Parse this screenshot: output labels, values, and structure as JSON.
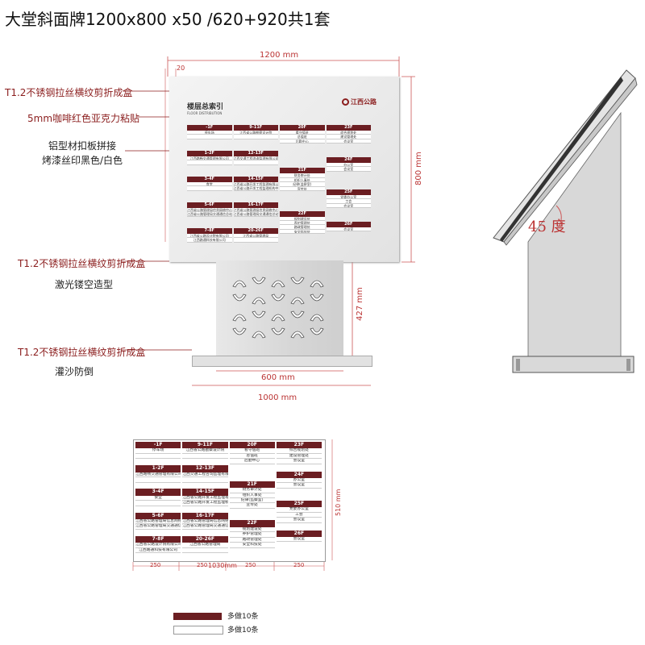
{
  "title": "大堂斜面牌1200x800 x50 /620+920共1套",
  "notes": {
    "n1": "T1.2不锈钢拉丝横纹剪折成盒",
    "n2": "5mm咖啡红色亚克力粘贴",
    "n3": "铝型材扣板拼接",
    "n4": "烤漆丝印黑色/白色",
    "n5": "T1.2不锈钢拉丝横纹剪折成盒",
    "n6": "激光镂空造型",
    "n7": "T1.2不锈钢拉丝横纹剪折成盒",
    "n8": "灌沙防倒"
  },
  "dims": {
    "top": "1200 mm",
    "small": "20",
    "right": "800 mm",
    "stand_h": "427 mm",
    "stand_w": "600 mm",
    "base_w": "1000 mm",
    "bottom_total": "1030mm",
    "bottom_h": "510 mm",
    "seg1": "250",
    "seg2": "250",
    "seg3": "250",
    "seg4": "250"
  },
  "angle": "45 度",
  "sign": {
    "title": "楼层总索引",
    "subtitle": "FLOOR DISTRIBUTION",
    "logo": "江西公路"
  },
  "directory": [
    {
      "header": "-1F",
      "rows": [
        "停车场",
        ""
      ]
    },
    {
      "header": "1-2F",
      "rows": [
        "江西路畅交通管理有限公司",
        ""
      ]
    },
    {
      "header": "3-4F",
      "rows": [
        "食堂",
        ""
      ]
    },
    {
      "header": "5-6F",
      "rows": [
        "江西省公路管理局信息网络中心",
        "江西省公路管理局交通通信总站"
      ]
    },
    {
      "header": "7-8F",
      "rows": [
        "江西省公路设计院有限公司",
        "江西路通科技有限公司"
      ]
    },
    {
      "header": "9-11F",
      "rows": [
        "江西省公路勘察设计院",
        ""
      ]
    },
    {
      "header": "12-13F",
      "rows": [
        "江西交通工程咨询监理有限公司",
        ""
      ]
    },
    {
      "header": "14-15F",
      "rows": [
        "江西省公路开发工程监理有限公司",
        "江西省公路开发工程监理机构中心"
      ]
    },
    {
      "header": "16-17F",
      "rows": [
        "江西省公路管理局信息网络中心",
        "江西省公路管理局交通通信总站"
      ]
    },
    {
      "header": "20-26F",
      "rows": [
        "江西省公路管理局",
        ""
      ]
    },
    {
      "header": "20F",
      "rows": [
        "看守值班",
        "总值班",
        "后勤中心"
      ]
    },
    {
      "header": "21F",
      "rows": [
        "财务审计处",
        "组织人事处",
        "纪律(监察室)",
        "宣传处"
      ]
    },
    {
      "header": "22F",
      "rows": [
        "规划建设处",
        "养护管理处",
        "路政管理处",
        "安全科技处"
      ]
    },
    {
      "header": "23F",
      "rows": [
        "综合规划处",
        "建设管理处",
        "会议室"
      ]
    },
    {
      "header": "24F",
      "rows": [
        "办公室",
        "会议室"
      ]
    },
    {
      "header": "25F",
      "rows": [
        "党委办公室",
        "工会",
        "会议室"
      ]
    },
    {
      "header": "26F",
      "rows": [
        "会议室"
      ]
    }
  ],
  "legend": {
    "strip1": "多做10条",
    "strip2": "多做10条"
  },
  "colors": {
    "accent": "#6b1e22",
    "dimension": "#b33333",
    "note": "#8b1e1e"
  }
}
